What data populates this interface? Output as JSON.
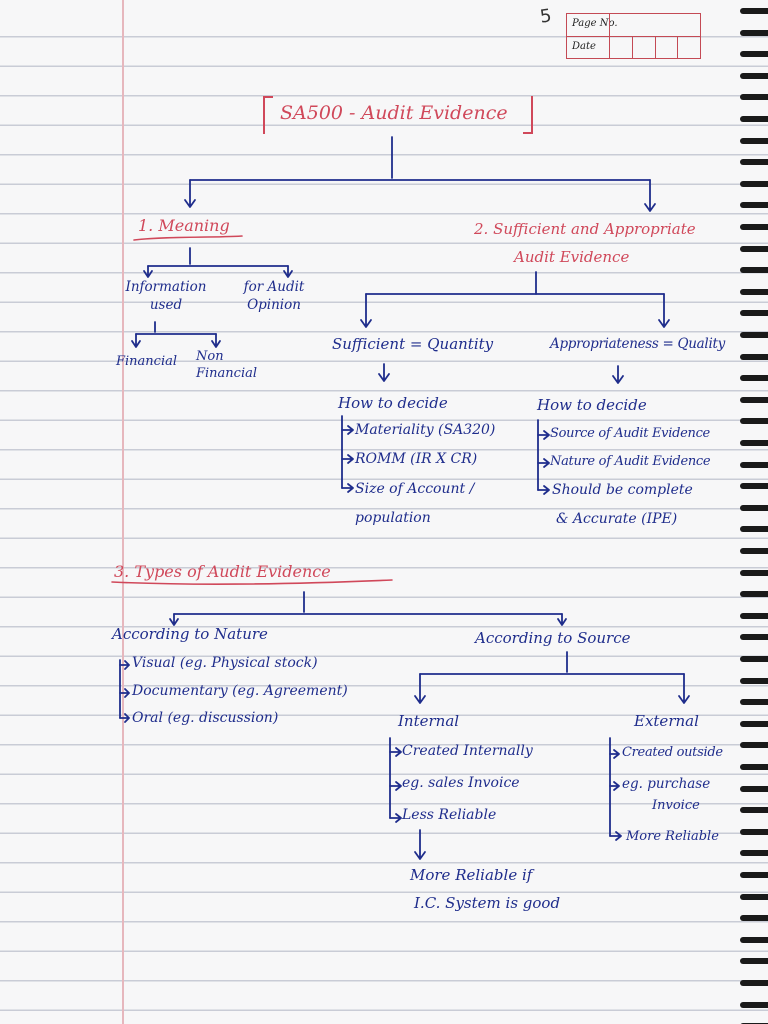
{
  "header": {
    "page_no_label": "Page No.",
    "date_label": "Date",
    "page_number": "5"
  },
  "title": "SA500 - Audit Evidence",
  "sections": {
    "meaning": {
      "heading": "1. Meaning",
      "branches": [
        "Information used",
        "for Audit Opinion"
      ],
      "sub_branches": [
        "Financial",
        "Non Financial"
      ]
    },
    "sufficient_appropriate": {
      "heading_line1": "2. Sufficient and Appropriate",
      "heading_line2": "Audit Evidence",
      "sufficient": {
        "label": "Sufficient = Quantity",
        "how_to_decide": "How to decide",
        "items": [
          "Materiality (SA320)",
          "ROMM (IR X CR)",
          "Size of Account /",
          "population"
        ]
      },
      "appropriate": {
        "label": "Appropriateness = Quality",
        "how_to_decide": "How to decide",
        "items": [
          "Source of Audit Evidence",
          "Nature of Audit Evidence",
          "Should be complete",
          "& Accurate (IPE)"
        ]
      }
    },
    "types": {
      "heading": "3. Types of Audit Evidence",
      "nature": {
        "label": "According to Nature",
        "items": [
          "Visual (eg. Physical stock)",
          "Documentary (eg. Agreement)",
          "Oral (eg. discussion)"
        ]
      },
      "source": {
        "label": "According to Source",
        "internal": {
          "label": "Internal",
          "items": [
            "Created Internally",
            "eg. sales Invoice",
            "Less Reliable"
          ],
          "note_line1": "More Reliable if",
          "note_line2": "I.C. System is good"
        },
        "external": {
          "label": "External",
          "items": [
            "Created outside",
            "eg. purchase",
            "Invoice",
            "More Reliable"
          ]
        }
      }
    }
  },
  "colors": {
    "red_ink": "#d0485a",
    "blue_ink": "#1f2d8c",
    "rule_lines": "#c9ccd6",
    "margin": "#e6b7bd"
  }
}
